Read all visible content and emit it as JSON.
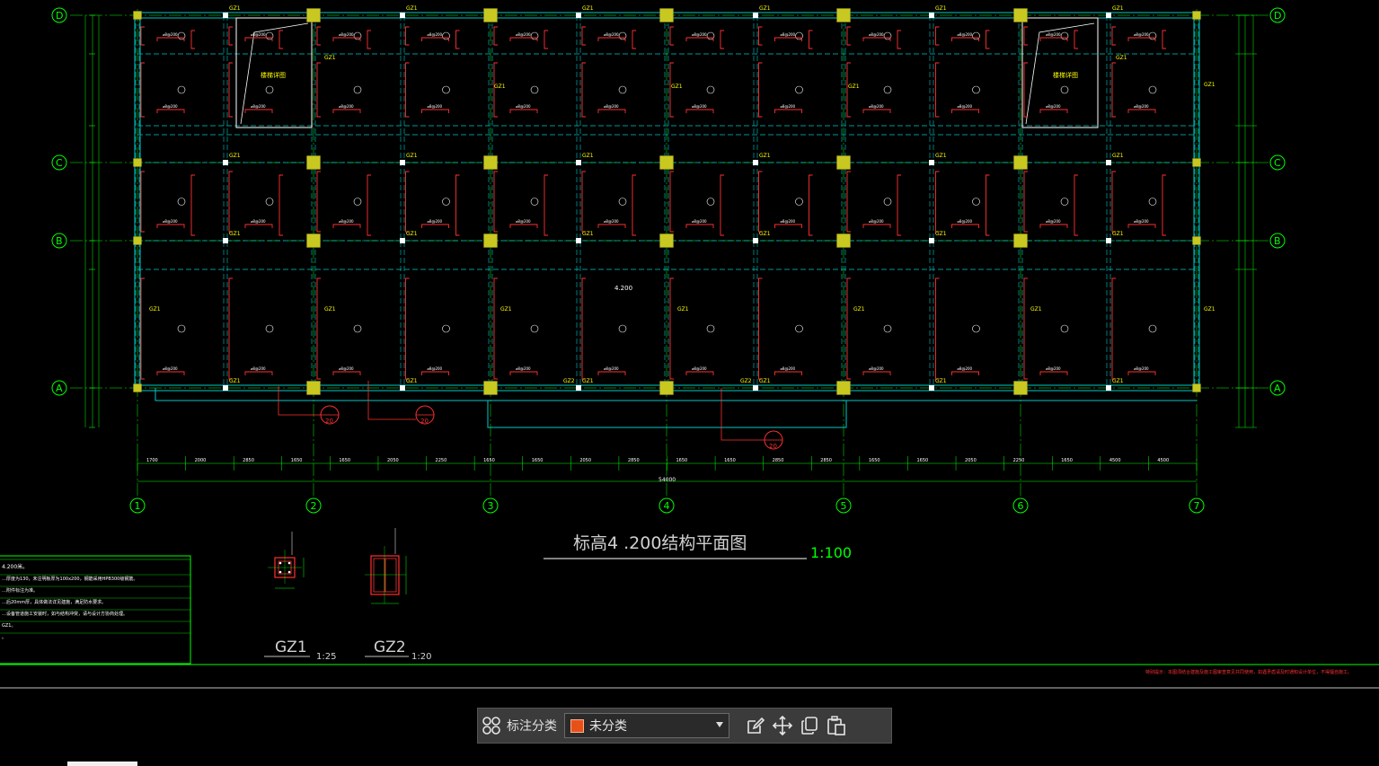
{
  "drawing": {
    "title": "标高4 .200结构平面图",
    "scale": "1:100",
    "axes_rows": [
      "D",
      "C",
      "B",
      "A"
    ],
    "axes_cols": [
      "1",
      "2",
      "3",
      "4",
      "5",
      "6",
      "7"
    ],
    "bottom_dims": [
      "1700",
      "2000",
      "2850",
      "1650",
      "1650",
      "2050",
      "2250",
      "1650",
      "1650",
      "2050",
      "2850",
      "1650",
      "1650",
      "2850",
      "2850",
      "1650",
      "1650",
      "2050",
      "2250",
      "1650",
      "4500",
      "4500"
    ],
    "total_width": "54000",
    "column_tag": "GZ1",
    "column_tag_2": "GZ2",
    "elevation_mark": "4.200",
    "stair_left": "楼梯详图",
    "stair_right": "楼梯详图",
    "detail_ref": "20",
    "details": [
      {
        "name": "GZ1",
        "scale": "1:25"
      },
      {
        "name": "GZ2",
        "scale": "1:20"
      }
    ],
    "notes_header": "4.200米。",
    "notes": [
      "…厚度为130，未注明板厚为100x200，钢筋采用HPB300级钢筋。",
      "…附件标注为准。",
      "…后20mm厚，具体做法详见建施，满足防水要求。",
      "…设备管道施工安装时，如与结构冲突，请与设计方协商处理。",
      "GZ1。",
      "。"
    ],
    "footer_note": "特别提示：本图须结合建施及施工图审查意见共同使用，如遇矛盾请及时通知设计单位，不得擅自施工。"
  },
  "toolbar": {
    "label": "标注分类",
    "selected": "未分类",
    "accent": "#e8501a"
  },
  "colors": {
    "background": "#000000",
    "axis": "#00ff00",
    "wall": "#00c8c8",
    "rebar": "#ff3030",
    "column": "#c8c820",
    "text": "#ffffff",
    "tag": "#ffff00"
  }
}
